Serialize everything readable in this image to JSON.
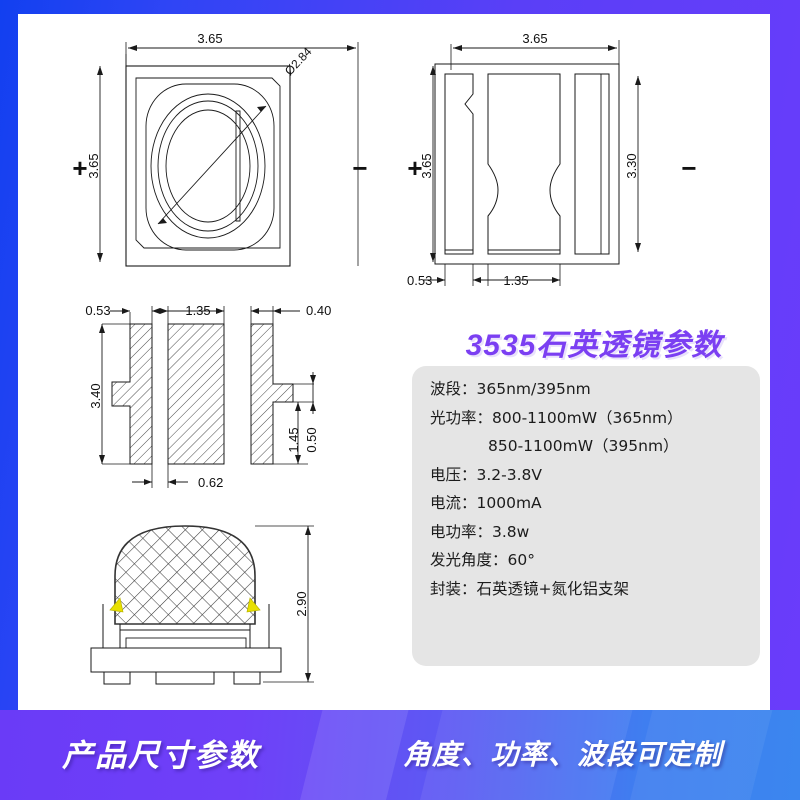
{
  "spec": {
    "title": "3535石英透镜参数",
    "items": [
      {
        "text": "波段：365nm/395nm",
        "indent": false
      },
      {
        "text": "光功率：800-1100mW（365nm）",
        "indent": false
      },
      {
        "text": "850-1100mW（395nm）",
        "indent": true
      },
      {
        "text": "电压：3.2-3.8V",
        "indent": false
      },
      {
        "text": "电流：1000mA",
        "indent": false
      },
      {
        "text": "电功率：3.8w",
        "indent": false
      },
      {
        "text": "发光角度：60°",
        "indent": false
      },
      {
        "text": "封装：石英透镜+氮化铝支架",
        "indent": false
      }
    ]
  },
  "banner": {
    "left_text": "产品尺寸参数",
    "right_text": "角度、功率、波段可定制"
  },
  "drawings": {
    "top_view": {
      "name": "top-view",
      "width_dim": "3.65",
      "height_dim": "3.65",
      "diameter_dim": "Ø2.84",
      "anode_mark": "+",
      "cathode_mark": "−"
    },
    "bottom_view": {
      "name": "bottom-view",
      "width_dim": "3.65",
      "height_dim": "3.65",
      "inner_height_dim": "3.30",
      "pad_left_dim": "0.53",
      "pad_center_dim": "1.35",
      "anode_mark": "+",
      "cathode_mark": "−"
    },
    "section_view": {
      "name": "cross-section-view",
      "left_pad_dim": "0.53",
      "center_pad_dim": "1.35",
      "right_pad_dim": "0.40",
      "total_height_dim": "3.40",
      "step_dim": "1.45",
      "notch_dim": "0.50",
      "gap_dim": "0.62"
    },
    "side_view": {
      "name": "side-view",
      "height_dim": "2.90"
    }
  },
  "colors": {
    "brand_purple": "#6a3bf7",
    "brand_blue": "#1240f0",
    "title_purple": "#7b3ff2",
    "spec_box_bg": "#e5e5e5",
    "accent_yellow": "#e8e000"
  }
}
